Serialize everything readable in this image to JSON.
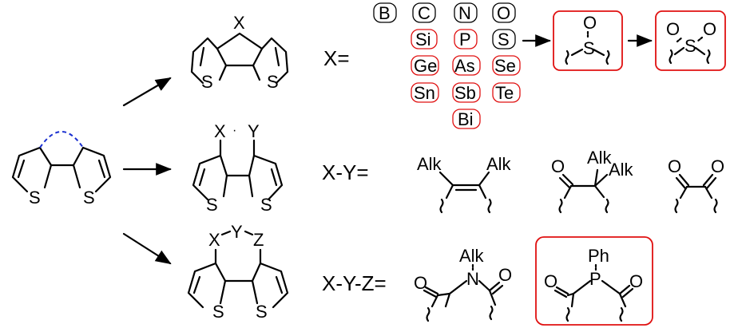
{
  "row1": {
    "atom_x": "X",
    "s_left": "S",
    "s_right": "S",
    "label": "X=",
    "elements_black": [
      "B",
      "C",
      "N",
      "O"
    ],
    "elements_red": [
      "Si",
      "P",
      "S",
      "Ge",
      "As",
      "Se",
      "Sn",
      "Sb",
      "Te",
      "Bi"
    ],
    "sulfoxide": {
      "o": "O",
      "s": "S"
    },
    "sulfone": {
      "o1": "O",
      "s": "S",
      "o2": "O"
    }
  },
  "row2": {
    "atom_x": "X",
    "atom_y": "Y",
    "s_left": "S",
    "s_right": "S",
    "label": "X-Y=",
    "alkene_alk1": "Alk",
    "alkene_alk2": "Alk",
    "keto_o": "O",
    "keto_alk1": "Alk",
    "keto_alk2": "Alk",
    "dione_o1": "O",
    "dione_o2": "O"
  },
  "row3": {
    "atom_x": "X",
    "atom_y": "Y",
    "atom_z": "Z",
    "s_left": "S",
    "s_right": "S",
    "label": "X-Y-Z=",
    "imide_alk": "Alk",
    "imide_n": "N",
    "imide_o1": "O",
    "imide_o2": "O",
    "phos_ph": "Ph",
    "phos_p": "P",
    "phos_o1": "O",
    "phos_o2": "O"
  },
  "start": {
    "s_left": "S",
    "s_right": "S"
  },
  "colors": {
    "highlight": "#e01010",
    "linker": "#1a2fd0"
  }
}
